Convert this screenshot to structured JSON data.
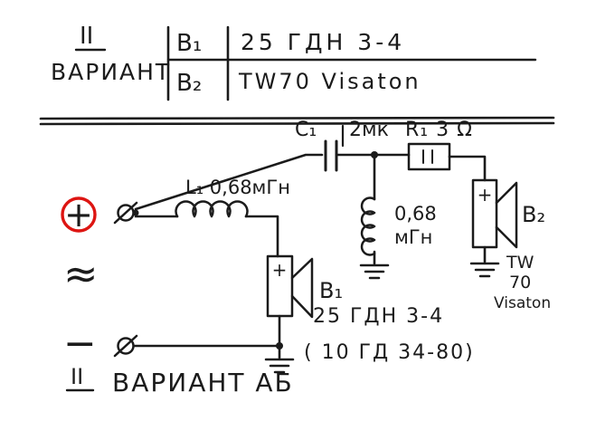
{
  "header_table": {
    "variant_numeral": "II",
    "variant_label": "ВАРИАНТ",
    "rows": [
      {
        "terminal": "B₁",
        "speaker": "25 ГДН 3-4"
      },
      {
        "terminal": "B₂",
        "speaker": "TW70 Visaton"
      }
    ]
  },
  "circuit": {
    "plus_label": "+",
    "minus_label": "−",
    "ac_symbol": "≈",
    "c1_name": "C₁",
    "c1_value": "2мк",
    "r1_label": "R₁  3 Ω",
    "l1_label": "L₁ 0,68мГн",
    "shunt_value_line1": "0,68",
    "shunt_value_line2": "мГн",
    "b1_plus": "+",
    "b1_name": "B₁",
    "b1_caption_line1": "25 ГДН 3-4",
    "b1_caption_line2": "( 10 ГД 34-80)",
    "b2_plus": "+",
    "b2_name": "B₂",
    "b2_caption_line1": "TW",
    "b2_caption_line2": "70",
    "b2_caption_line3": "Visaton",
    "footer_numeral": "II",
    "footer_label": "ВАРИАНТ АБ"
  },
  "colors": {
    "ink": "#1b1b1b",
    "highlight_red": "#dd1512",
    "paper": "#ffffff"
  }
}
